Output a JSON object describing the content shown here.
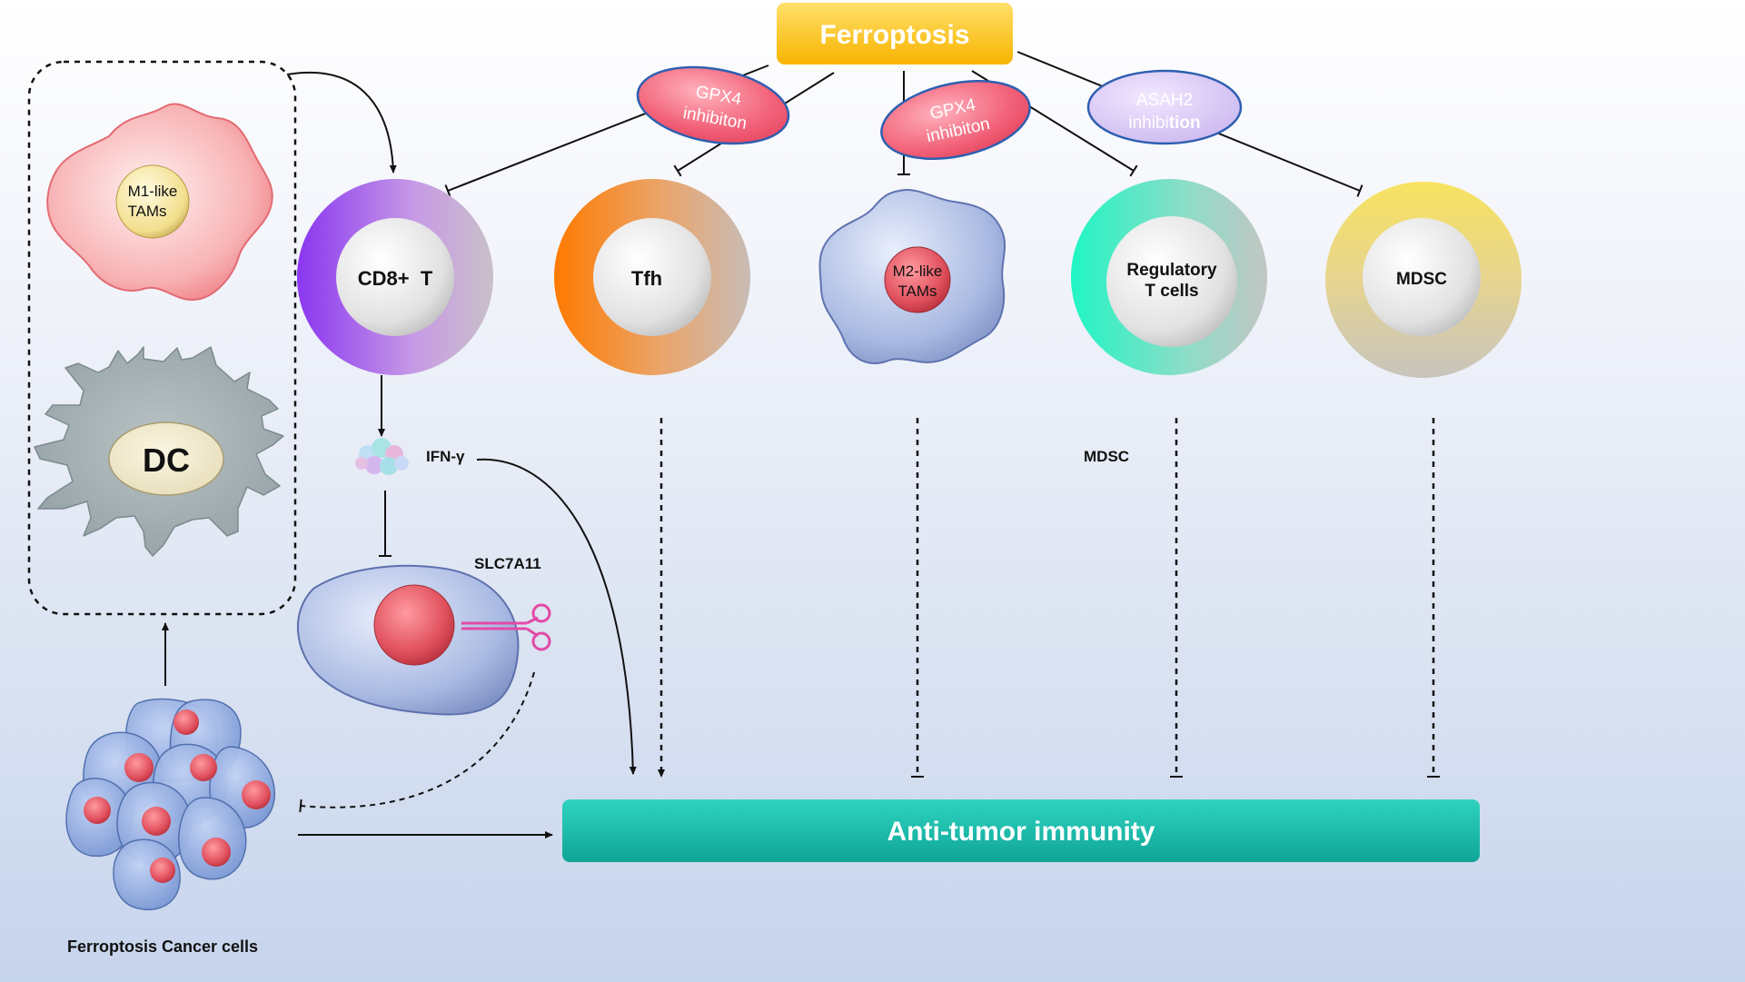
{
  "top": {
    "label": "Ferroptosis"
  },
  "inhibitors": {
    "gpx4_a": {
      "line1": "GPX4",
      "line2": "inhibiton"
    },
    "gpx4_b": {
      "line1": "GPX4",
      "line2": "inhibiton"
    },
    "asah2": {
      "line1": "ASAH2",
      "line2_a": "inhibi",
      "line2_b": "tion"
    }
  },
  "cells": {
    "cd8": "CD8+  T",
    "tfh": "Tfh",
    "m2": {
      "line1": "M2-like",
      "line2": "TAMs"
    },
    "treg": {
      "line1": "Regulatory",
      "line2": "T cells"
    },
    "mdsc": "MDSC",
    "m1": {
      "line1": "M1-like",
      "line2": "TAMs"
    },
    "dc": "DC"
  },
  "labels": {
    "ifng": "IFN-γ",
    "slc7a11": "SLC7A11",
    "mdsc_floating": "MDSC",
    "cancer_cells": "Ferroptosis Cancer cells"
  },
  "bottom": {
    "label": "Anti-tumor immunity"
  },
  "colors": {
    "ferroptosis_box": "#fbc21b",
    "anti_tumor_box": "#19bfae",
    "gpx4_ellipse": "#f06b7a",
    "asah2_ellipse": "#d9c8f2",
    "cd8_ring": "#9b4be8",
    "tfh_ring": "#f58a1f",
    "treg_ring": "#3ff0c8",
    "mdsc_ring": "#f2dc6e"
  }
}
